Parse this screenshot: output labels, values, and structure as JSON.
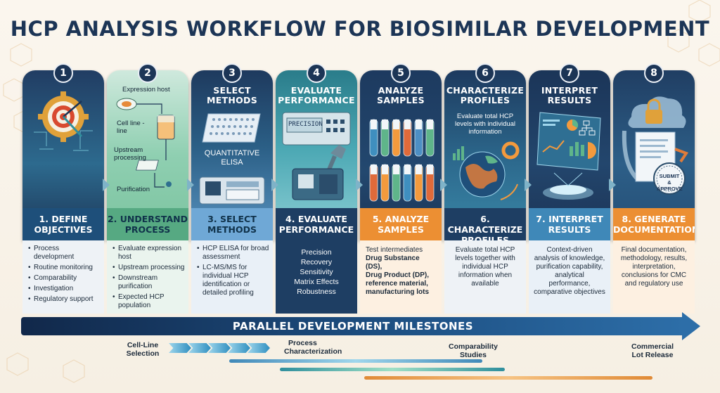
{
  "title": "HCP ANALYSIS WORKFLOW FOR BIOSIMILAR DEVELOPMENT",
  "steps": [
    {
      "number": "1",
      "footer": [
        "1. DEFINE",
        "OBJECTIVES"
      ],
      "bullets": [
        "Process development",
        "Routine monitoring",
        "Comparability",
        "Investigation",
        "Regulatory support"
      ]
    },
    {
      "number": "2",
      "header_labels": [
        "Expression host",
        "Cell line -",
        "line",
        "Upstream",
        "processing",
        "Purification"
      ],
      "footer": [
        "2. UNDERSTAND",
        "PROCESS"
      ],
      "bullets": [
        "Evaluate expression host",
        "Upstream processing",
        "Downstream purification",
        "Expected HCP population"
      ]
    },
    {
      "number": "3",
      "top_title": [
        "SELECT",
        "METHODS"
      ],
      "inner_text": [
        "QUANTITATIVE",
        "ELISA"
      ],
      "footer": [
        "3. SELECT",
        "METHODS"
      ],
      "bullets": [
        "HCP ELISA for broad assessment",
        "LC-MS/MS for individual HCP identification or detailed profiling"
      ]
    },
    {
      "number": "4",
      "top_title": [
        "EVALUATE",
        "PERFORMANCE"
      ],
      "screen_text": "PRECISION",
      "footer": [
        "4. EVALUATE",
        "PERFORMANCE"
      ],
      "list": [
        "Precision",
        "Recovery",
        "Sensitivity",
        "Matrix Effects",
        "Robustness"
      ]
    },
    {
      "number": "5",
      "top_title": [
        "ANALYZE",
        "SAMPLES"
      ],
      "footer": [
        "5. ANALYZE",
        "SAMPLES"
      ],
      "paragraph": [
        "Test intermediates",
        "Drug Substance (DS),",
        "Drug Product (DP),",
        "reference material,",
        "manufacturing lots"
      ]
    },
    {
      "number": "6",
      "top_title": [
        "CHARACTERIZE",
        "PROFILES"
      ],
      "inner_text": [
        "Evaluate total HCP",
        "levels with individual",
        "information"
      ],
      "footer": [
        "6. CHARACTERIZE",
        "PROFILES"
      ],
      "paragraph": [
        "Evaluate total HCP",
        "levels together with",
        "individual HCP",
        "information when",
        "available"
      ]
    },
    {
      "number": "7",
      "top_title": [
        "INTERPRET",
        "RESULTS"
      ],
      "footer": [
        "7. INTERPRET",
        "RESULTS"
      ],
      "paragraph": [
        "Context-driven",
        "analysis of knowledge,",
        "purification capability,",
        "analytical",
        "performance,",
        "comparative objectives"
      ]
    },
    {
      "number": "8",
      "stamp": [
        "SUBMIT &",
        "APPROVE"
      ],
      "footer": [
        "8. GENERATE",
        "DOCUMENTATION"
      ],
      "paragraph": [
        "Final documentation,",
        "methodology, results,",
        "interpretation,",
        "conclusions for CMC",
        "and regulatory use"
      ]
    }
  ],
  "milestones": {
    "banner": "PARALLEL DEVELOPMENT MILESTONES",
    "items": [
      {
        "label": [
          "Cell-Line",
          "Selection"
        ]
      },
      {
        "label": [
          "Process",
          "Characterization"
        ]
      },
      {
        "label": [
          "Comparability",
          "Studies"
        ]
      },
      {
        "label": [
          "Commercial",
          "Lot Release"
        ]
      }
    ]
  },
  "colors": {
    "navy": "#1c3556",
    "teal": "#2f8f9d",
    "green": "#5fb58a",
    "blue": "#4d8fc4",
    "orange": "#f39a3d"
  }
}
